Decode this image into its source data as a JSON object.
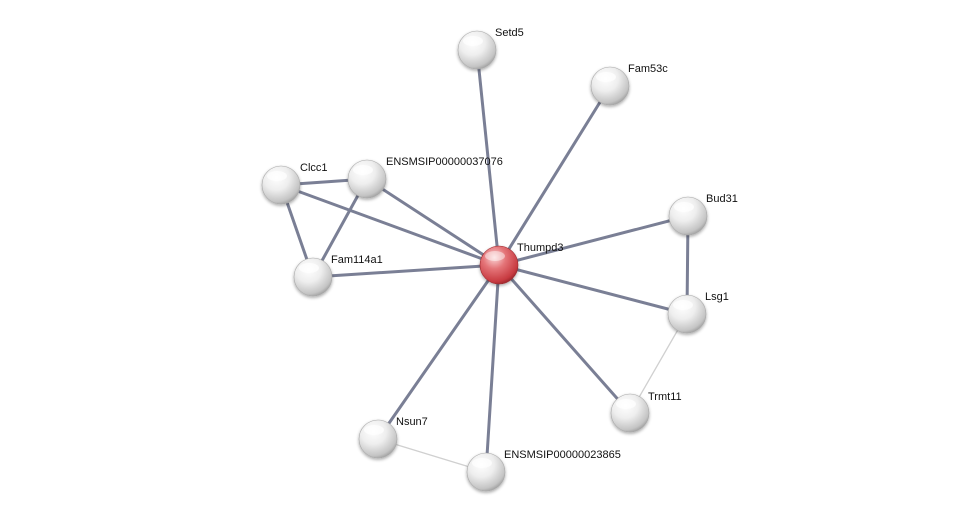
{
  "network": {
    "colors": {
      "edge_strong": "#7a7f95",
      "edge_weak": "#d0d0d0",
      "node_default": "#e6e6e6",
      "node_query": "#d9464b",
      "label": "#111111"
    },
    "nodes": [
      {
        "id": "Thumpd3",
        "label": "Thumpd3",
        "query": true
      },
      {
        "id": "Setd5",
        "label": "Setd5"
      },
      {
        "id": "Fam53c",
        "label": "Fam53c"
      },
      {
        "id": "ENSMSIP00000037076",
        "label": "ENSMSIP00000037076"
      },
      {
        "id": "Clcc1",
        "label": "Clcc1"
      },
      {
        "id": "Fam114a1",
        "label": "Fam114a1"
      },
      {
        "id": "Bud31",
        "label": "Bud31"
      },
      {
        "id": "Lsg1",
        "label": "Lsg1"
      },
      {
        "id": "Trmt11",
        "label": "Trmt11"
      },
      {
        "id": "Nsun7",
        "label": "Nsun7"
      },
      {
        "id": "ENSMSIP00000023865",
        "label": "ENSMSIP00000023865"
      }
    ],
    "edges": [
      {
        "source": "Thumpd3",
        "target": "Setd5",
        "strength": "strong"
      },
      {
        "source": "Thumpd3",
        "target": "Fam53c",
        "strength": "strong"
      },
      {
        "source": "Thumpd3",
        "target": "ENSMSIP00000037076",
        "strength": "strong"
      },
      {
        "source": "Thumpd3",
        "target": "Clcc1",
        "strength": "strong"
      },
      {
        "source": "Thumpd3",
        "target": "Fam114a1",
        "strength": "strong"
      },
      {
        "source": "Thumpd3",
        "target": "Bud31",
        "strength": "strong"
      },
      {
        "source": "Thumpd3",
        "target": "Lsg1",
        "strength": "strong"
      },
      {
        "source": "Thumpd3",
        "target": "Trmt11",
        "strength": "strong"
      },
      {
        "source": "Thumpd3",
        "target": "Nsun7",
        "strength": "strong"
      },
      {
        "source": "Thumpd3",
        "target": "ENSMSIP00000023865",
        "strength": "strong"
      },
      {
        "source": "Clcc1",
        "target": "ENSMSIP00000037076",
        "strength": "strong"
      },
      {
        "source": "Clcc1",
        "target": "Fam114a1",
        "strength": "strong"
      },
      {
        "source": "ENSMSIP00000037076",
        "target": "Fam114a1",
        "strength": "strong"
      },
      {
        "source": "Bud31",
        "target": "Lsg1",
        "strength": "strong"
      },
      {
        "source": "Lsg1",
        "target": "Trmt11",
        "strength": "weak"
      },
      {
        "source": "Nsun7",
        "target": "ENSMSIP00000023865",
        "strength": "weak"
      }
    ]
  }
}
